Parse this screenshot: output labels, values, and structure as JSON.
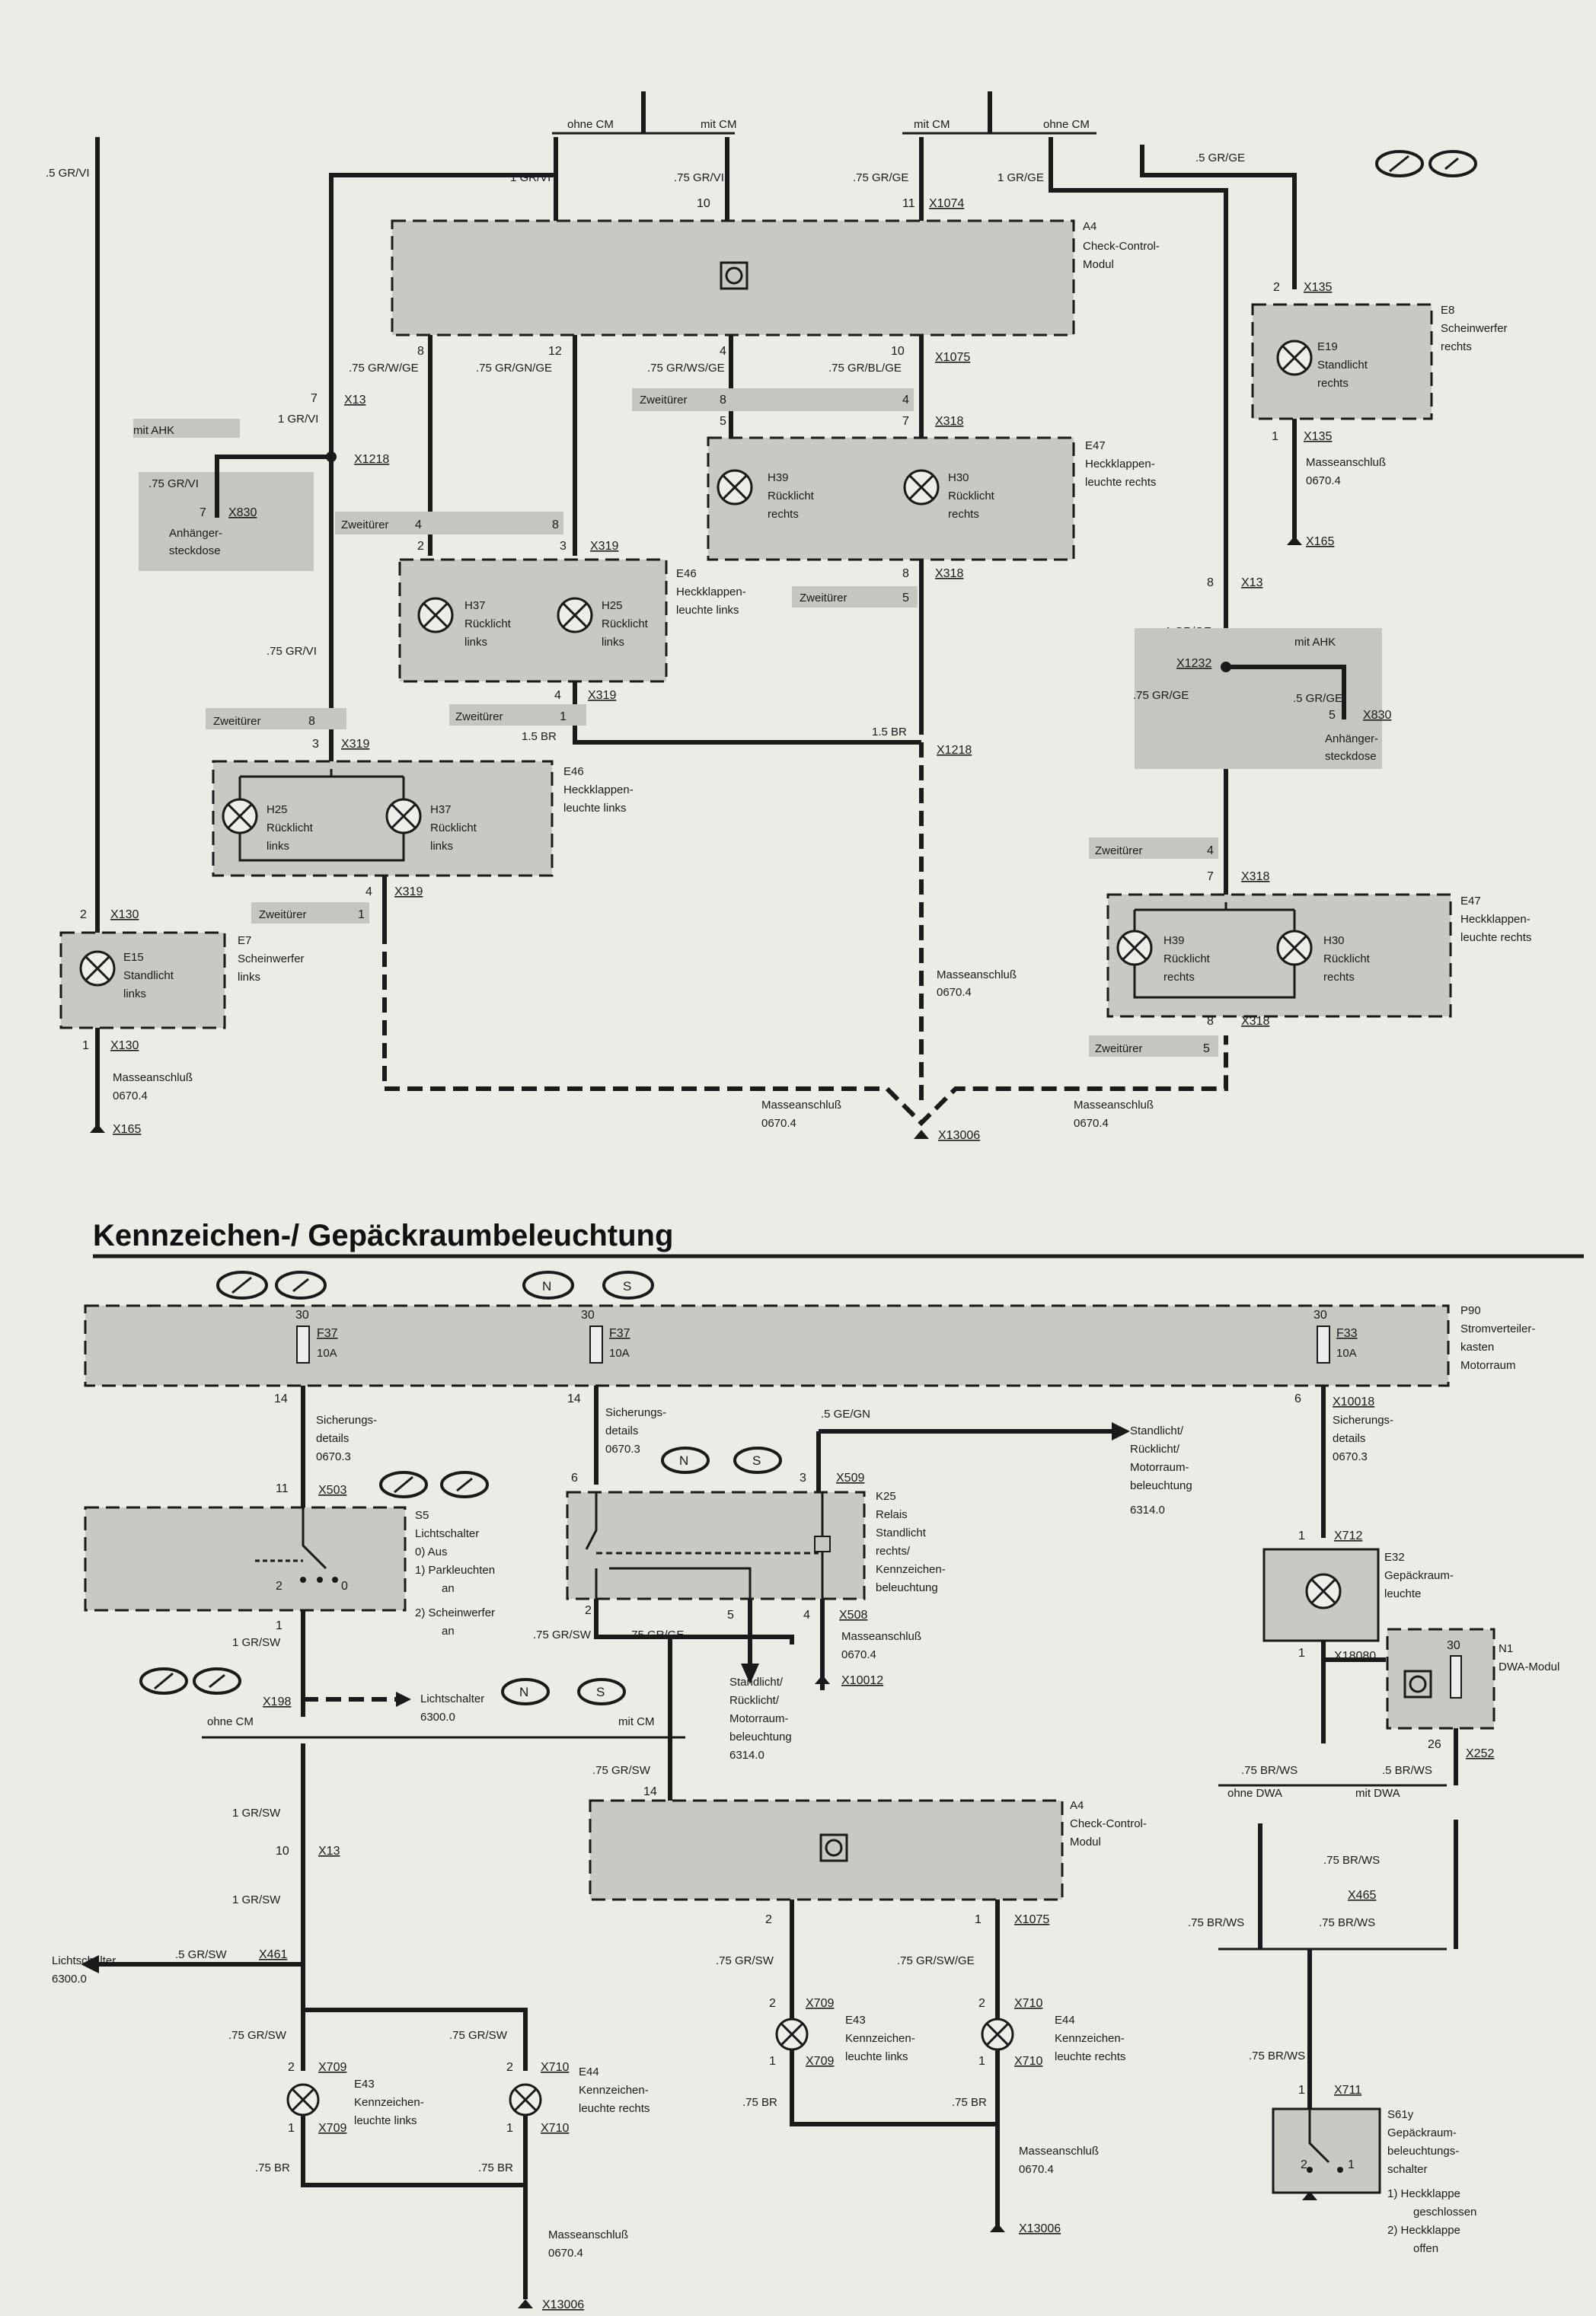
{
  "section_title": "Kennzeichen-/ Gepäckraumbeleuchtung",
  "top": {
    "variant_no_cm_left": "ohne CM",
    "variant_cm_left": "mit CM",
    "variant_cm_right": "mit CM",
    "variant_no_cm_right": "ohne CM",
    "w_left_main": ".5 GR/VI",
    "w_1grvi": "1 GR/VI",
    "w_75grvi": ".75 GR/VI",
    "w_75grge": ".75 GR/GE",
    "w_1grge": "1 GR/GE",
    "w_5grge": ".5 GR/GE",
    "w_75grwge": ".75 GR/W/GE",
    "w_75grgnge": ".75 GR/GN/GE",
    "w_75grwsge": ".75 GR/WS/GE",
    "w_75grblge": ".75 GR/BL/GE",
    "w_75grvi_b": ".75 GR/VI",
    "w_75grvi_c": ".75 GR/VI",
    "w_1grvi_b": "1 GR/VI",
    "w_15br_a": "1.5 BR",
    "w_15br_b": "1.5 BR",
    "w_1grge_b": "1 GR/GE",
    "w_75grge_b": ".75 GR/GE",
    "w_5grge_b": ".5 GR/GE",
    "a4_name": "A4",
    "a4_desc1": "Check-Control-",
    "a4_desc2": "Modul",
    "e8_name": "E8",
    "e8_desc1": "Scheinwerfer",
    "e8_desc2": "rechts",
    "e19_name": "E19",
    "e19_desc1": "Standlicht",
    "e19_desc2": "rechts",
    "e15_name": "E15",
    "e15_desc1": "Standlicht",
    "e15_desc2": "links",
    "e7_name": "E7",
    "e7_desc1": "Scheinwerfer",
    "e7_desc2": "links",
    "e46_name": "E46",
    "e46_desc1": "Heckklappen-",
    "e46_desc2": "leuchte links",
    "e47_name": "E47",
    "e47_desc1": "Heckklappen-",
    "e47_desc2": "leuchte rechts",
    "h39_name": "H39",
    "h30_name": "H30",
    "h37_name": "H37",
    "h25_name": "H25",
    "rueck": "Rücklicht",
    "links": "links",
    "rechts": "rechts",
    "zweituerer": "Zweitürer",
    "mit_ahk": "mit AHK",
    "anh_desc1": "Anhänger-",
    "anh_desc2": "steckdose",
    "masse": "Masseanschluß",
    "masse_ref": "0670.4",
    "c_x1074": "X1074",
    "c_x1075": "X1075",
    "c_x13": "X13",
    "c_x1218": "X1218",
    "c_x830": "X830",
    "c_x319": "X319",
    "c_x318": "X318",
    "c_x135": "X135",
    "c_x165": "X165",
    "c_x130": "X130",
    "c_x1232": "X1232",
    "c_x13006": "X13006"
  },
  "bottom": {
    "p90_name": "P90",
    "p90_desc1": "Stromverteiler-",
    "p90_desc2": "kasten",
    "p90_desc3": "Motorraum",
    "fuse_f37": "F37",
    "fuse_f33": "F33",
    "fuse_amp": "10A",
    "pin_30": "30",
    "sich1": "Sicherungs-",
    "sich2": "details",
    "sich_ref": "0670.3",
    "s5_name": "S5",
    "s5_desc": "Lichtschalter",
    "s5_0": "0)  Aus",
    "s5_1": "1)  Parkleuchten",
    "s5_1b": "an",
    "s5_2": "2)  Scheinwerfer",
    "s5_2b": "an",
    "k25_name": "K25",
    "k25_d1": "Relais",
    "k25_d2": "Standlicht",
    "k25_d3": "rechts/",
    "k25_d4": "Kennzeichen-",
    "k25_d5": "beleuchtung",
    "w_5gegn": ".5 GE/GN",
    "standl1": "Standlicht/",
    "standl2": "Rücklicht/",
    "standl3": "Motorraum-",
    "standl4": "beleuchtung",
    "standl_ref": "6314.0",
    "e32_name": "E32",
    "e32_d1": "Gepäckraum-",
    "e32_d2": "leuchte",
    "n1_name": "N1",
    "n1_desc": "DWA-Modul",
    "lichtschalter": "Lichtschalter",
    "licht_ref": "6300.0",
    "ohne_cm": "ohne CM",
    "mit_cm": "mit CM",
    "ohne_dwa": "ohne DWA",
    "mit_dwa": "mit DWA",
    "w_1grsw": "1 GR/SW",
    "w_75grsw": ".75 GR/SW",
    "w_75grge": ".75 GR/GE",
    "w_5grsw": ".5 GR/SW",
    "w_75grswge": ".75 GR/SW/GE",
    "w_75br": ".75 BR",
    "w_75brws": ".75 BR/WS",
    "w_5brws": ".5 BR/WS",
    "e43_name": "E43",
    "e44_name": "E44",
    "kennz": "Kennzeichen-",
    "kennz_l": "leuchte links",
    "kennz_r": "leuchte rechts",
    "s61_name": "S61y",
    "s61_d1": "Gepäckraum-",
    "s61_d2": "beleuchtungs-",
    "s61_d3": "schalter",
    "s61_1": "1)  Heckklappe",
    "s61_1b": "geschlossen",
    "s61_2": "2)  Heckklappe",
    "s61_2b": "offen",
    "c_x503": "X503",
    "c_x509": "X509",
    "c_x508": "X508",
    "c_x10012": "X10012",
    "c_x10018": "X10018",
    "c_x712": "X712",
    "c_x18080": "X18080",
    "c_x252": "X252",
    "c_x198": "X198",
    "c_x465": "X465",
    "c_x461": "X461",
    "c_x709": "X709",
    "c_x710": "X710",
    "c_x711": "X711",
    "c_x13006": "X13006"
  }
}
